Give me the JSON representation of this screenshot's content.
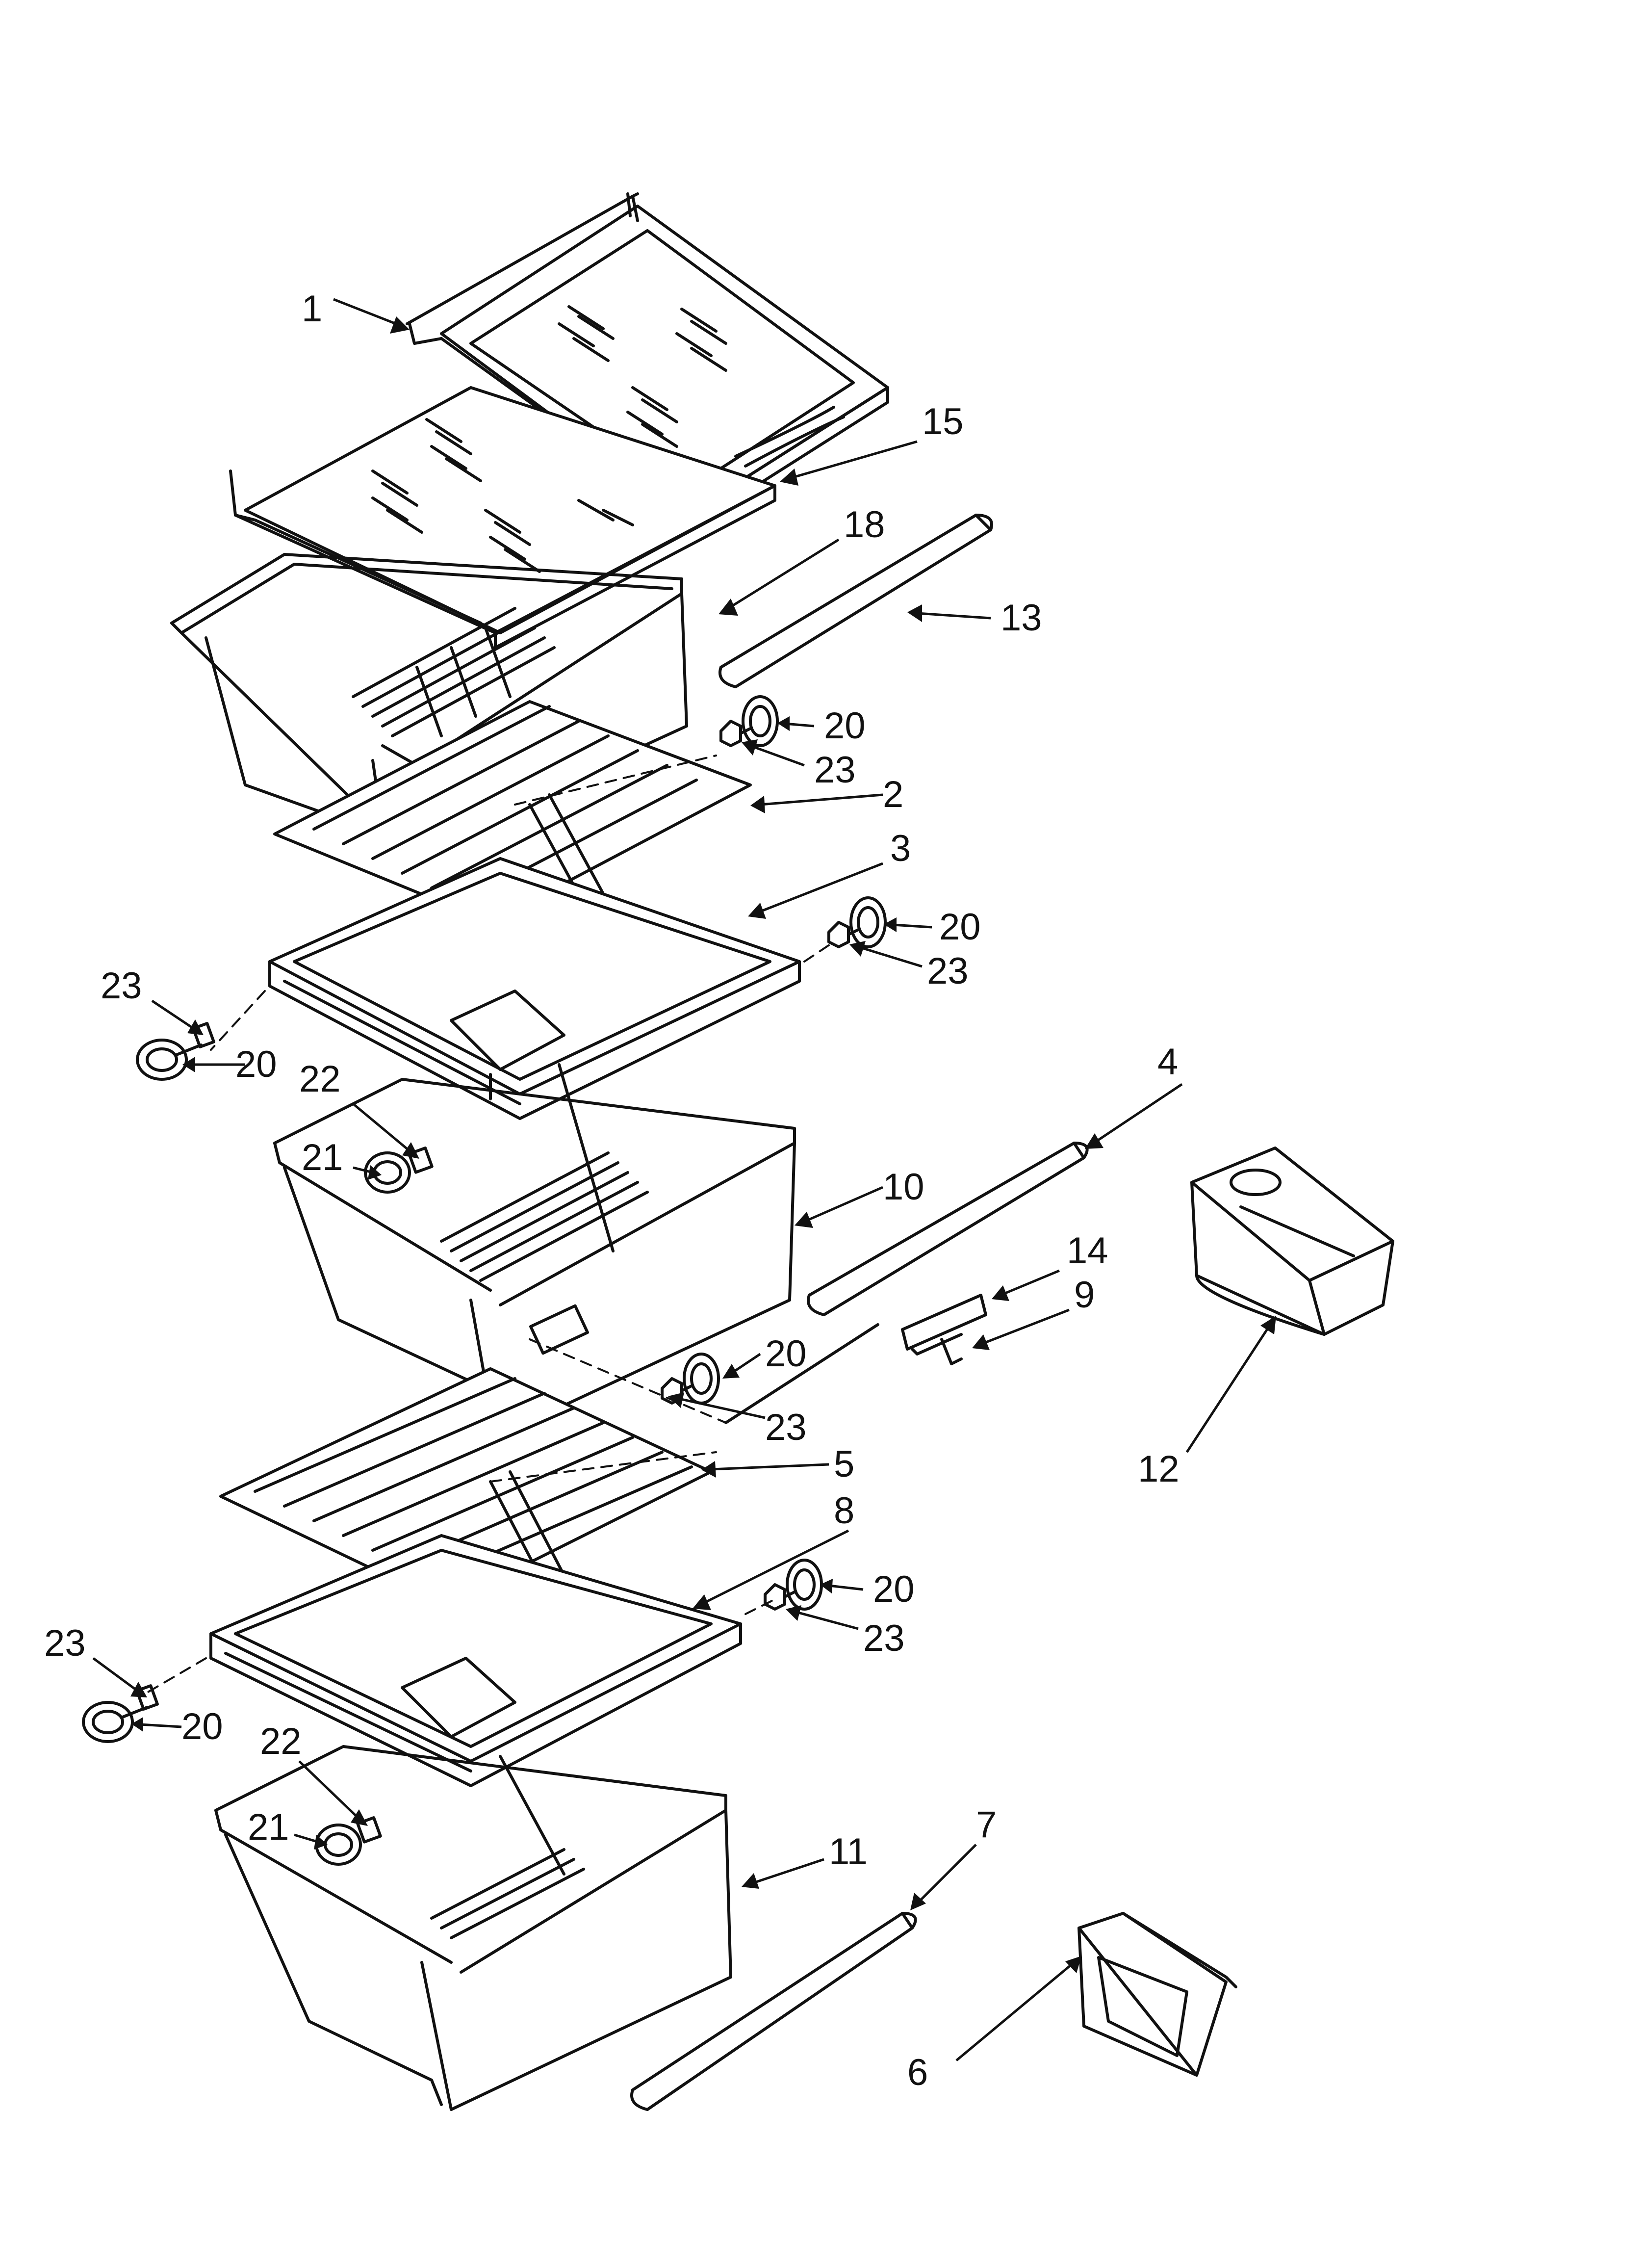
{
  "callouts": [
    {
      "id": "c1",
      "label": "1"
    },
    {
      "id": "c15",
      "label": "15"
    },
    {
      "id": "c18",
      "label": "18"
    },
    {
      "id": "c13",
      "label": "13"
    },
    {
      "id": "c20a",
      "label": "20"
    },
    {
      "id": "c23a",
      "label": "23"
    },
    {
      "id": "c2",
      "label": "2"
    },
    {
      "id": "c3",
      "label": "3"
    },
    {
      "id": "c20b",
      "label": "20"
    },
    {
      "id": "c23b",
      "label": "23"
    },
    {
      "id": "c23c",
      "label": "23"
    },
    {
      "id": "c20c",
      "label": "20"
    },
    {
      "id": "c22a",
      "label": "22"
    },
    {
      "id": "c21a",
      "label": "21"
    },
    {
      "id": "c4",
      "label": "4"
    },
    {
      "id": "c10",
      "label": "10"
    },
    {
      "id": "c14",
      "label": "14"
    },
    {
      "id": "c9",
      "label": "9"
    },
    {
      "id": "c20d",
      "label": "20"
    },
    {
      "id": "c23d",
      "label": "23"
    },
    {
      "id": "c12",
      "label": "12"
    },
    {
      "id": "c5",
      "label": "5"
    },
    {
      "id": "c8",
      "label": "8"
    },
    {
      "id": "c20e",
      "label": "20"
    },
    {
      "id": "c23e",
      "label": "23"
    },
    {
      "id": "c23f",
      "label": "23"
    },
    {
      "id": "c20f",
      "label": "20"
    },
    {
      "id": "c22b",
      "label": "22"
    },
    {
      "id": "c21b",
      "label": "21"
    },
    {
      "id": "c11",
      "label": "11"
    },
    {
      "id": "c7",
      "label": "7"
    },
    {
      "id": "c6",
      "label": "6"
    }
  ]
}
